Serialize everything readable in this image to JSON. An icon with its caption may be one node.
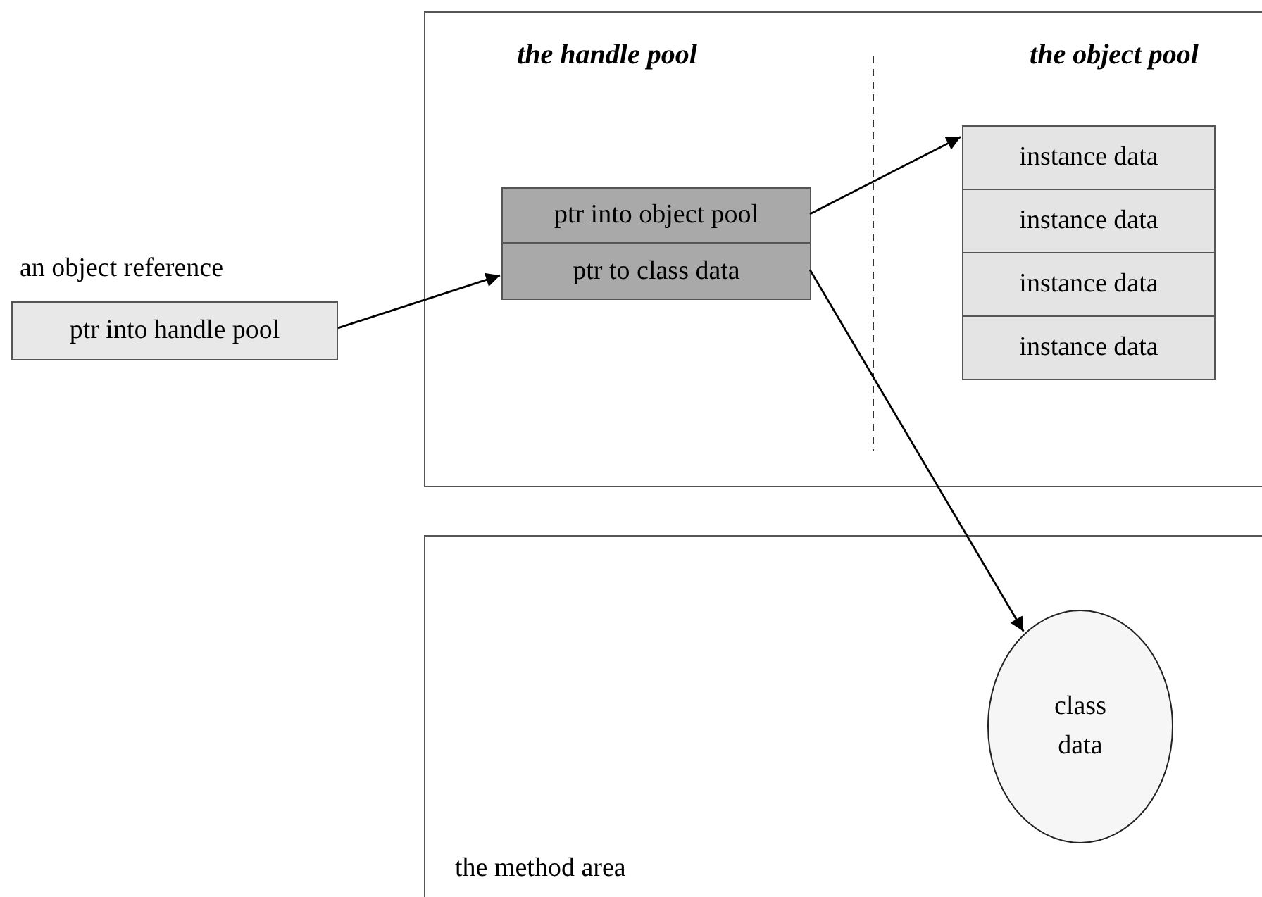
{
  "diagram": {
    "nodes": [
      {
        "text": [
          "the handle pool",
          "the object pool"
        ]
      },
      {
        "text": [
          "ptr into handle pool"
        ],
        "beside": [
          "an object reference"
        ]
      },
      {
        "text": [
          "ptr into object pool"
        ],
        "in": 0
      },
      {
        "text": [
          "ptr to class data"
        ],
        "in": 0
      },
      {
        "text": [
          "instance data"
        ],
        "in": 0
      },
      {
        "text": [
          "instance data"
        ],
        "in": 0
      },
      {
        "text": [
          "instance data"
        ],
        "in": 0
      },
      {
        "text": [
          "instance data"
        ],
        "in": 0
      },
      {
        "text": [
          "the method area"
        ]
      },
      {
        "text": [
          "class data"
        ],
        "in": 8
      }
    ],
    "edges": [
      {
        "from": 1,
        "to": 3,
        "arrow": "to"
      },
      {
        "from": 2,
        "to": 4,
        "arrow": "to"
      },
      {
        "from": 3,
        "to": 9,
        "arrow": "to"
      }
    ]
  }
}
